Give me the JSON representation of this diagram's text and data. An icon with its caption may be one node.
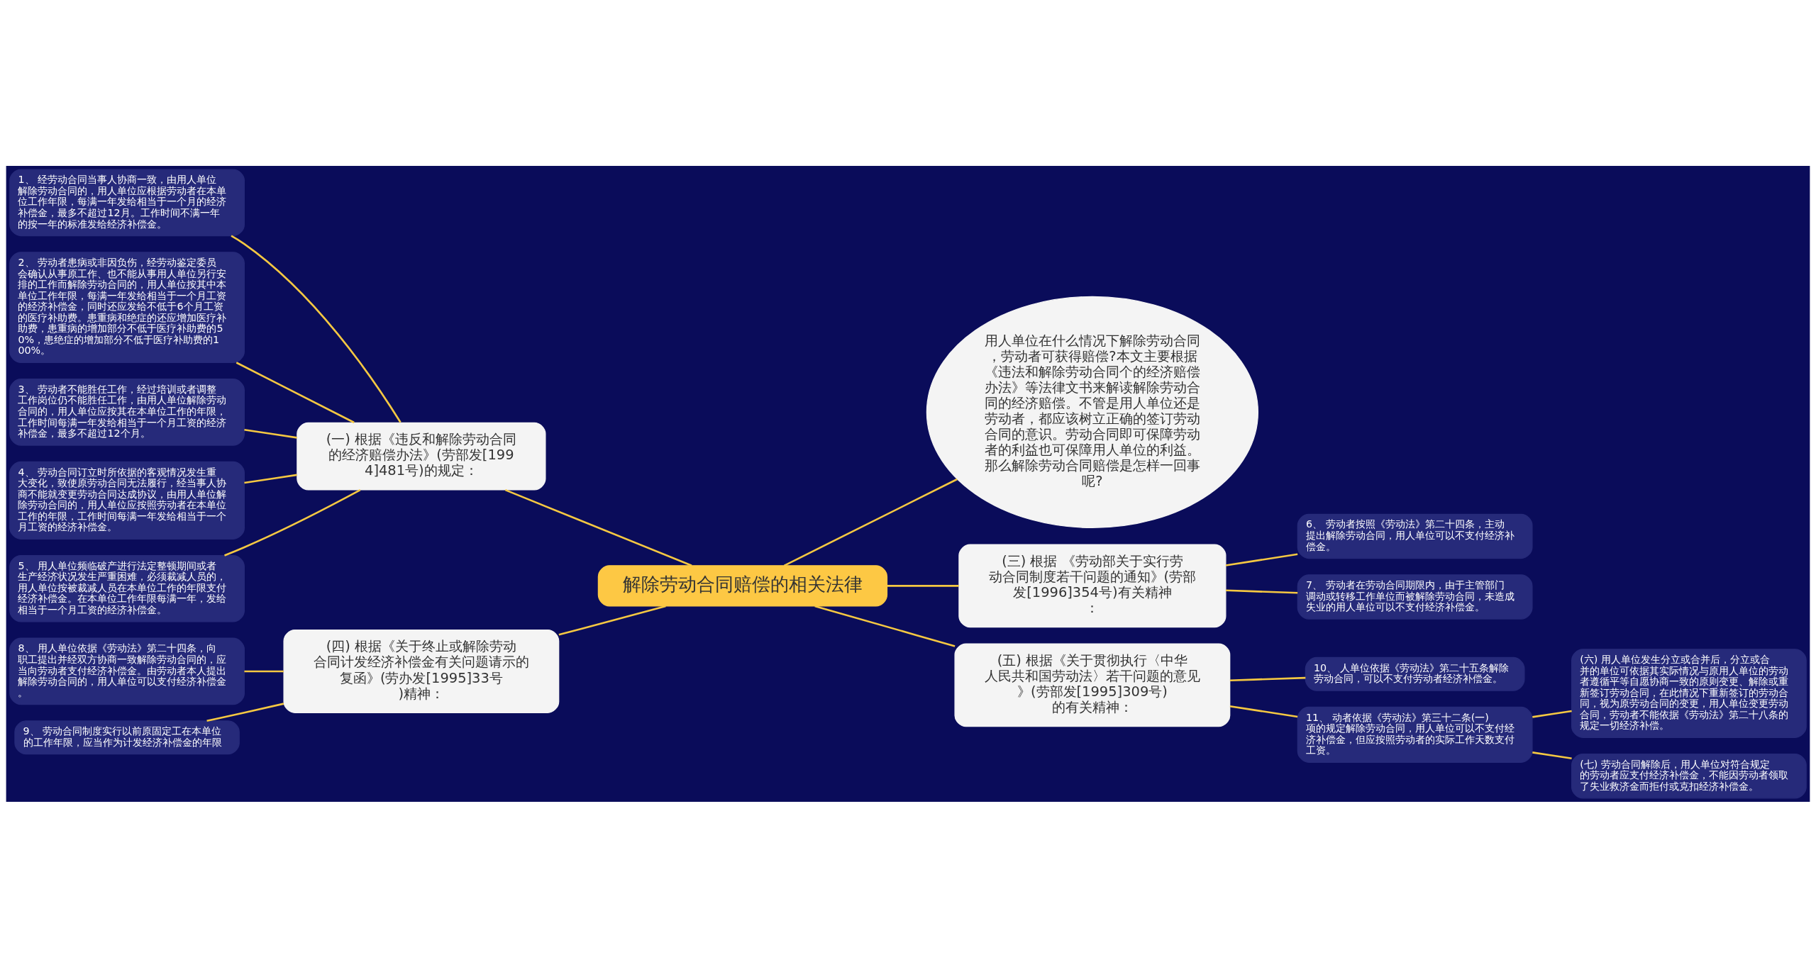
{
  "diagram": {
    "nodes": [
      {
        "text": [
          "解除劳动合同赔偿的相关法律"
        ]
      },
      {
        "text": [
          "(一) 根据《违反和解除劳动合同的经济赔偿办法》(劳部发[1994]481号)的规定："
        ]
      },
      {
        "text": [
          "1、 经劳动合同当事人协商一致，由用人单位解除劳动合同的，用人单位应根据劳动者在本单位工作年限，每满一年发给相当于一个月的经济补偿金，最多不超过12月。工作时间不满一年的按一年的标准发给经济补偿金。"
        ]
      },
      {
        "text": [
          "2、 劳动者患病或非因负伤，经劳动鉴定委员会确认从事原工作、也不能从事用人单位另行安排的工作而解除劳动合同的，用人单位按其中本单位工作年限，每满一年发给相当于一个月工资的经济补偿金，同时还应发给不低于6个月工资的医疗补助费。患重病和绝症的还应增加医疗补助费，患重病的增加部分不低于医疗补助费的50%，患绝症的增加部分不低于医疗补助费的100%。"
        ]
      },
      {
        "text": [
          "3、 劳动者不能胜任工作，经过培训或者调整工作岗位仍不能胜任工作，由用人单位解除劳动合同的，用人单位应按其在本单位工作的年限，工作时间每满一年发给相当于一个月工资的经济补偿金，最多不超过12个月。"
        ]
      },
      {
        "text": [
          "4、 劳动合同订立时所依据的客观情况发生重大变化，致使原劳动合同无法履行，经当事人协商不能就变更劳动合同达成协议，由用人单位解除劳动合同的，用人单位应按照劳动者在本单位工作的年限，工作时间每满一年发给相当于一个月工资的经济补偿金。"
        ]
      },
      {
        "text": [
          "5、 用人单位频临破产进行法定整顿期间或者生产经济状况发生严重困难，必须裁减人员的，用人单位按被裁减人员在本单位工作的年限支付经济补偿金。在本单位工作年限每满一年，发给相当于一个月工资的经济补偿金。"
        ]
      },
      {
        "text": [
          "(四) 根据《关于终止或解除劳动合同计发经济补偿金有关问题请示的复函》(劳办发[1995]33号)精神："
        ]
      },
      {
        "text": [
          "8、 用人单位依据《劳动法》第二十四条，向职工提出并经双方协商一致解除劳动合同的，应当向劳动者支付经济补偿金。由劳动者本人提出解除劳动合同的，用人单位可以支付经济补偿金。"
        ]
      },
      {
        "text": [
          "9、 劳动合同制度实行以前原固定工在本单位的工作年限，应当作为计发经济补偿金的年限"
        ]
      },
      {
        "text": [
          "用人单位在什么情况下解除劳动合同，劳动者可获得赔偿?本文主要根据《违法和解除劳动合同个的经济赔偿办法》等法律文书来解读解除劳动合同的经济赔偿。不管是用人单位还是劳动者，都应该树立正确的签订劳动合同的意识。劳动合同即可保障劳动者的利益也可保障用人单位的利益。那么解除劳动合同赔偿是怎样一回事呢?"
        ]
      },
      {
        "text": [
          "(三) 根据 《劳动部关于实行劳动合同制度若干问题的通知》(劳部发[1996]354号)有关精神："
        ]
      },
      {
        "text": [
          "6、 劳动者按照《劳动法》第二十四条，主动提出解除劳动合同，用人单位可以不支付经济补偿金。"
        ]
      },
      {
        "text": [
          "7、 劳动者在劳动合同期限内，由于主管部门调动或转移工作单位而被解除劳动合同，未造成失业的用人单位可以不支付经济补偿金。"
        ]
      },
      {
        "text": [
          "(五) 根据《关于贯彻执行〈中华人民共和国劳动法〉若干问题的意见》(劳部发[1995]309号)的有关精神："
        ]
      },
      {
        "text": [
          "10、 人单位依据《劳动法》第二十五条解除劳动合同，可以不支付劳动者经济补偿金。"
        ]
      },
      {
        "text": [
          "11、 动者依据《劳动法》第三十二条(一)项的规定解除劳动合同，用人单位可以不支付经济补偿金，但应按照劳动者的实际工作天数支付工资。"
        ]
      },
      {
        "text": [
          "(六) 用人单位发生分立或合并后，分立或合并的单位可依据其实际情况与原用人单位的劳动者遵循平等自愿协商一致的原则变更、解除或重新签订劳动合同，在此情况下重新签订的劳动合同，视为原劳动合同的变更，用人单位变更劳动合同，劳动者不能依据《劳动法》第二十八条的规定一切经济补偿。"
        ]
      },
      {
        "text": [
          "(七) 劳动合同解除后，用人单位对符合规定的劳动者应支付经济补偿金，不能因劳动者领取了失业救济金而拒付或克扣经济补偿金。"
        ]
      }
    ],
    "edges": [
      {
        "from": 0,
        "to": 1,
        "arrow": "none"
      },
      {
        "from": 1,
        "to": 2,
        "arrow": "none"
      },
      {
        "from": 1,
        "to": 3,
        "arrow": "none"
      },
      {
        "from": 1,
        "to": 4,
        "arrow": "none"
      },
      {
        "from": 1,
        "to": 5,
        "arrow": "none"
      },
      {
        "from": 1,
        "to": 6,
        "arrow": "none"
      },
      {
        "from": 0,
        "to": 7,
        "arrow": "none"
      },
      {
        "from": 7,
        "to": 8,
        "arrow": "none"
      },
      {
        "from": 7,
        "to": 9,
        "arrow": "none"
      },
      {
        "from": 0,
        "to": 10,
        "arrow": "none"
      },
      {
        "from": 0,
        "to": 11,
        "arrow": "none"
      },
      {
        "from": 11,
        "to": 12,
        "arrow": "none"
      },
      {
        "from": 11,
        "to": 13,
        "arrow": "none"
      },
      {
        "from": 0,
        "to": 14,
        "arrow": "none"
      },
      {
        "from": 14,
        "to": 15,
        "arrow": "none"
      },
      {
        "from": 14,
        "to": 16,
        "arrow": "none"
      },
      {
        "from": 16,
        "to": 17,
        "arrow": "none"
      },
      {
        "from": 16,
        "to": 18,
        "arrow": "none"
      }
    ]
  }
}
